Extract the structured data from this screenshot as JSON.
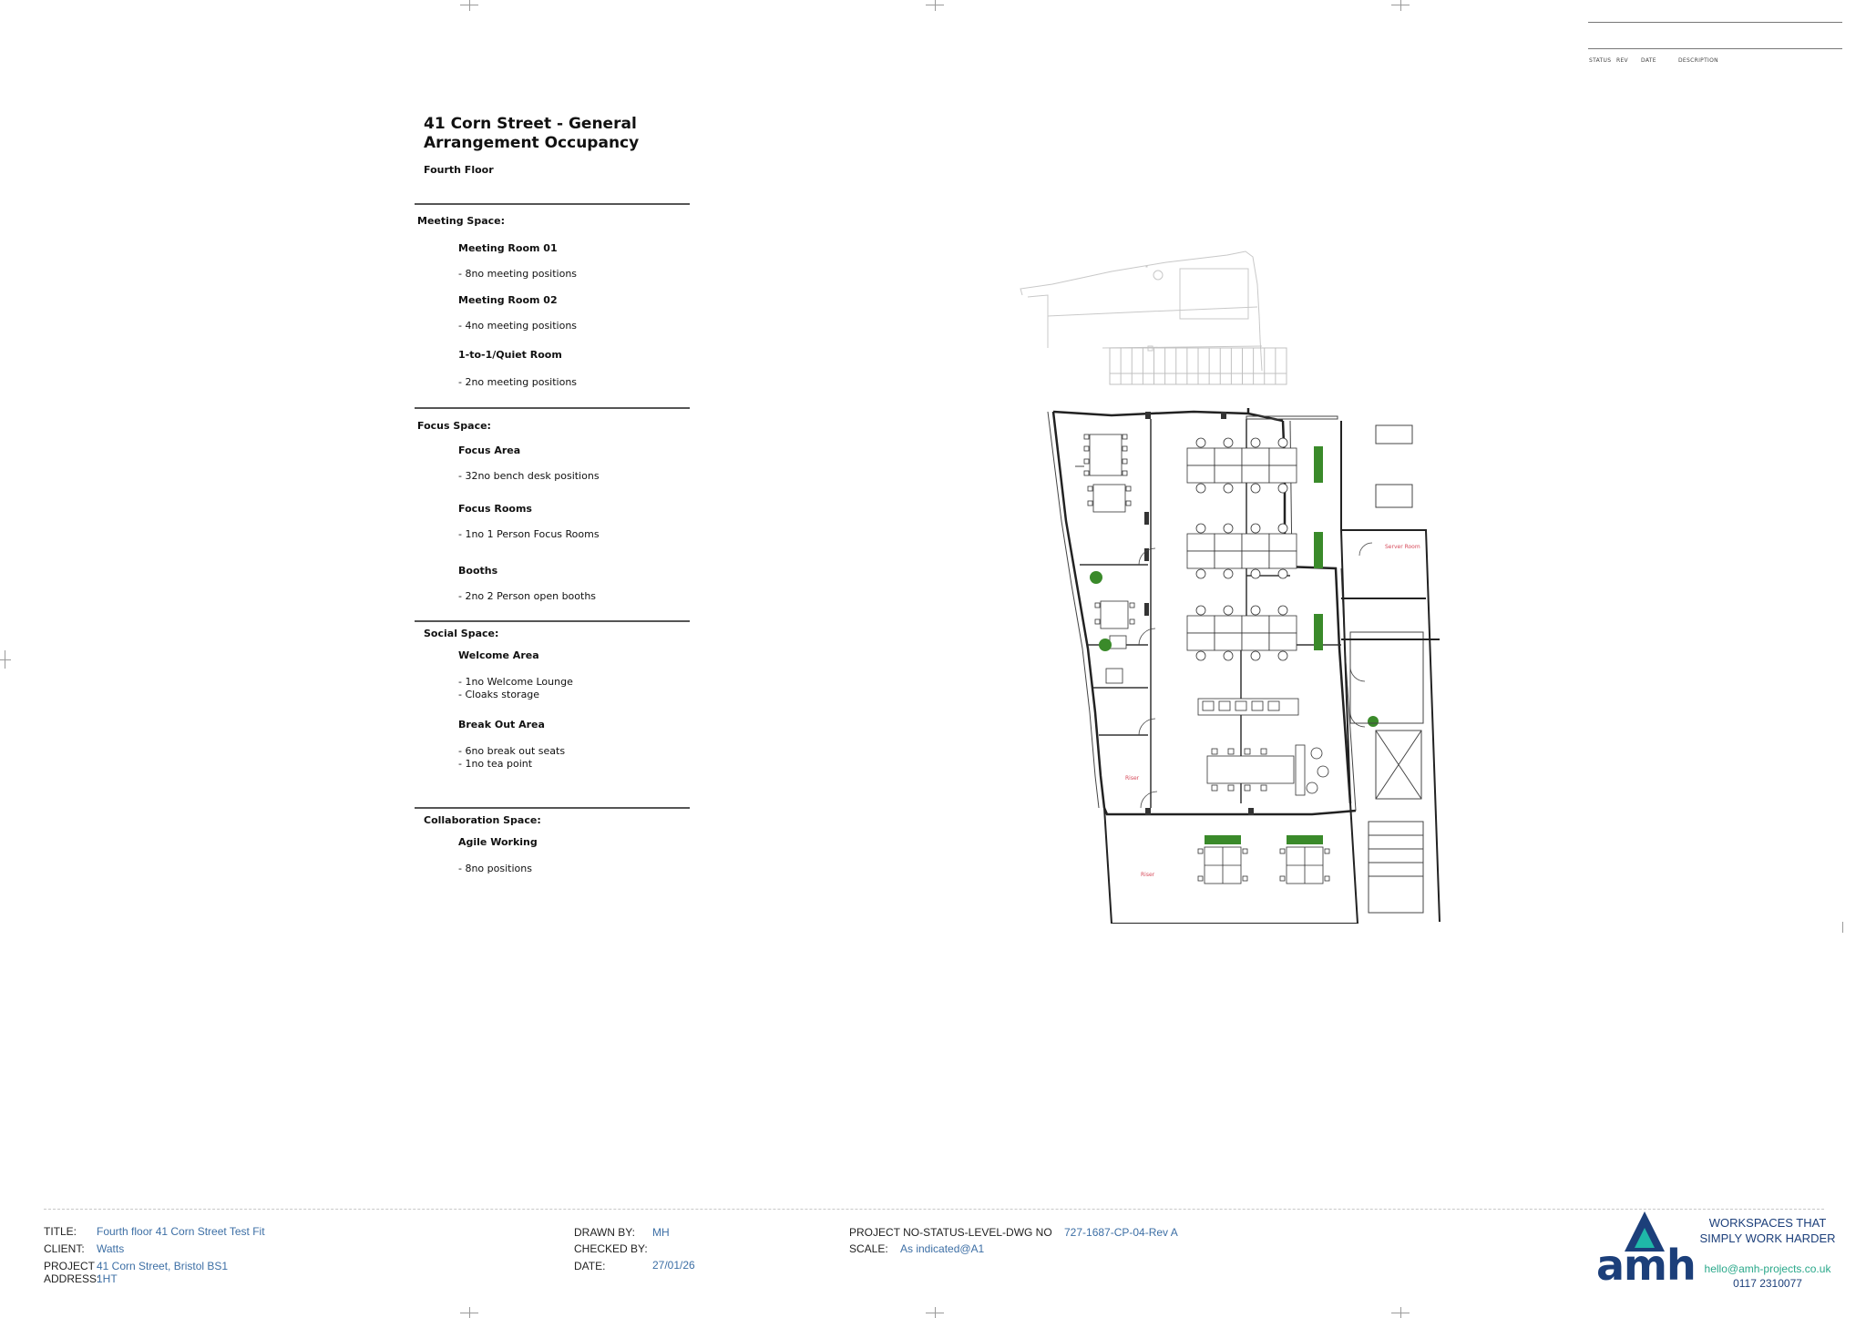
{
  "revision_table": {
    "headers": [
      "STATUS",
      "REV",
      "DATE",
      "DESCRIPTION"
    ]
  },
  "document": {
    "title": "41 Corn Street - General Arrangement Occupancy",
    "floor": "Fourth Floor"
  },
  "sections": {
    "meeting": {
      "heading": "Meeting Space:",
      "items": [
        {
          "name": "Meeting Room 01",
          "desc": "- 8no meeting positions"
        },
        {
          "name": "Meeting Room 02",
          "desc": "- 4no meeting positions"
        },
        {
          "name": "1-to-1/Quiet Room",
          "desc": "- 2no meeting positions"
        }
      ]
    },
    "focus": {
      "heading": "Focus Space:",
      "items": [
        {
          "name": "Focus Area",
          "desc": "- 32no bench desk positions"
        },
        {
          "name": "Focus Rooms",
          "desc": "- 1no 1 Person Focus Rooms"
        },
        {
          "name": "Booths",
          "desc": "- 2no 2 Person open booths"
        }
      ]
    },
    "social": {
      "heading": "Social Space:",
      "items": [
        {
          "name": "Welcome Area",
          "desc1": "- 1no Welcome Lounge",
          "desc2": "- Cloaks storage"
        },
        {
          "name": "Break Out Area",
          "desc1": "- 6no break out seats",
          "desc2": "- 1no tea point"
        }
      ]
    },
    "collaboration": {
      "heading": "Collaboration Space:",
      "items": [
        {
          "name": "Agile Working",
          "desc": "- 8no positions"
        }
      ]
    }
  },
  "floorplan": {
    "labels": {
      "server": "Server Room",
      "riser1": "Riser",
      "riser2": "Riser"
    }
  },
  "title_block": {
    "title_label": "TITLE:",
    "title_value": "Fourth floor 41 Corn Street Test Fit",
    "client_label": "CLIENT:",
    "client_value": "Watts",
    "project_label": "PROJECT",
    "address_label": "ADDRESS:",
    "project_value": "41 Corn Street, Bristol BS1",
    "address_value": "1HT",
    "drawn_label": "DRAWN BY:",
    "drawn_value": "MH",
    "checked_label": "CHECKED BY:",
    "date_label": "DATE:",
    "date_value": "27/01/26",
    "projno_label": "PROJECT NO-STATUS-LEVEL-DWG NO",
    "projno_value": "727-1687-CP-04-Rev A",
    "scale_label": "SCALE:",
    "scale_value": "As indicated@A1"
  },
  "brand": {
    "logo_text": "amh",
    "tagline_1": "WORKSPACES THAT",
    "tagline_2": "SIMPLY WORK HARDER",
    "email": "hello@amh-projects.co.uk",
    "phone": "0117 2310077",
    "colors": {
      "navy": "#1c3f7a",
      "teal": "#1fb8a8",
      "email_green": "#2aa88a"
    }
  }
}
